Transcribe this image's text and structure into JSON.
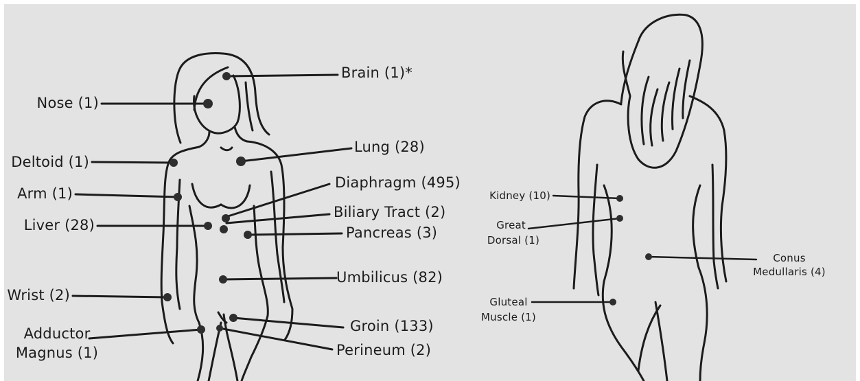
{
  "front": {
    "labels": {
      "brain": "Brain (1)*",
      "nose": "Nose (1)",
      "deltoid": "Deltoid (1)",
      "lung": "Lung (28)",
      "arm": "Arm (1)",
      "diaphragm": "Diaphragm (495)",
      "biliary": "Biliary Tract (2)",
      "liver": "Liver (28)",
      "pancreas": "Pancreas (3)",
      "umbilicus": "Umbilicus (82)",
      "wrist": "Wrist (2)",
      "groin": "Groin (133)",
      "adductor_line1": "Adductor",
      "adductor_line2": "Magnus (1)",
      "perineum": "Perineum (2)"
    }
  },
  "back": {
    "labels": {
      "kidney": "Kidney (10)",
      "great_line1": "Great",
      "great_line2": "Dorsal (1)",
      "conus_line1": "Conus",
      "conus_line2": "Medullaris (4)",
      "gluteal_line1": "Gluteal",
      "gluteal_line2": "Muscle (1)"
    }
  },
  "colors": {
    "panel": "#e3e3e3",
    "ink": "#1c1c1c",
    "dot": "#2e2e2e"
  }
}
